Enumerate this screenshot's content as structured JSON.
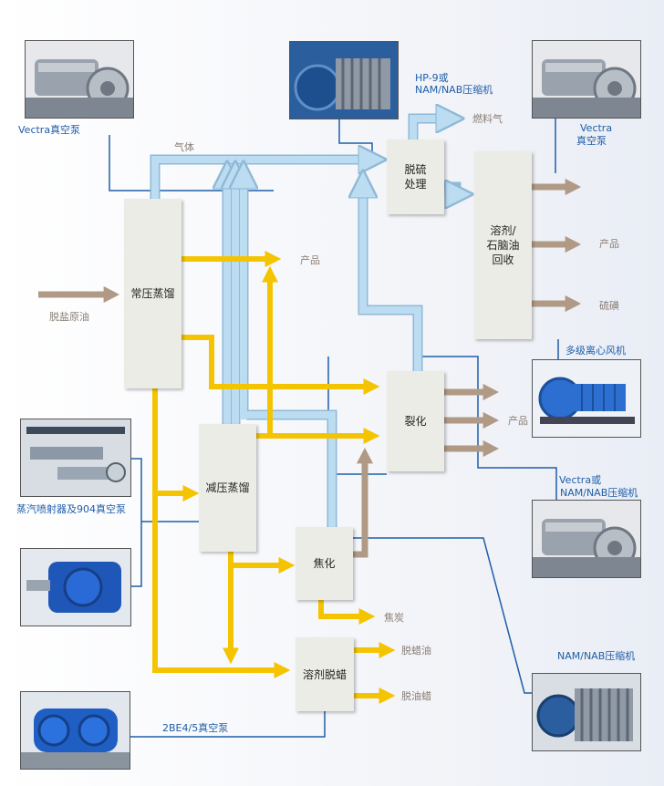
{
  "colors": {
    "gas": "#bcdcf2",
    "gasEdge": "#8fb9d6",
    "oil": "#f5c400",
    "feed": "#b09a86",
    "line": "#1f5ea8",
    "box": "#ecece6"
  },
  "units": {
    "atm": "常压蒸馏",
    "vac": "减压蒸馏",
    "desulf": "脱硫\n处理",
    "solvent": "溶剂/\n石脑油\n回收",
    "crack": "裂化",
    "coking": "焦化",
    "dewax": "溶剂脱蜡"
  },
  "labels": {
    "crude": "脱盐原油",
    "gas": "气体",
    "fuel_gas": "燃料气",
    "product_atm": "产品",
    "product_solvent": "产品",
    "sulfur": "硫磺",
    "product_crack": "产品",
    "coke": "焦炭",
    "dewaxed_oil": "脱蜡油",
    "deoiled_wax": "脱油蜡"
  },
  "equipment": {
    "vectra_left": "Vectra真空泵",
    "hp9": "HP-9或\nNAM/NAB压缩机",
    "vectra_right_1": "Vectra",
    "vectra_right_2": "真空泵",
    "fan": "多级离心风机",
    "vectra_or_1": "Vectra或",
    "vectra_or_2": "NAM/NAB压缩机",
    "steam_ejector": "蒸汽喷射器及904真空泵",
    "nam_nab": "NAM/NAB压缩机",
    "pump_2be": "2BE4/5真空泵"
  }
}
